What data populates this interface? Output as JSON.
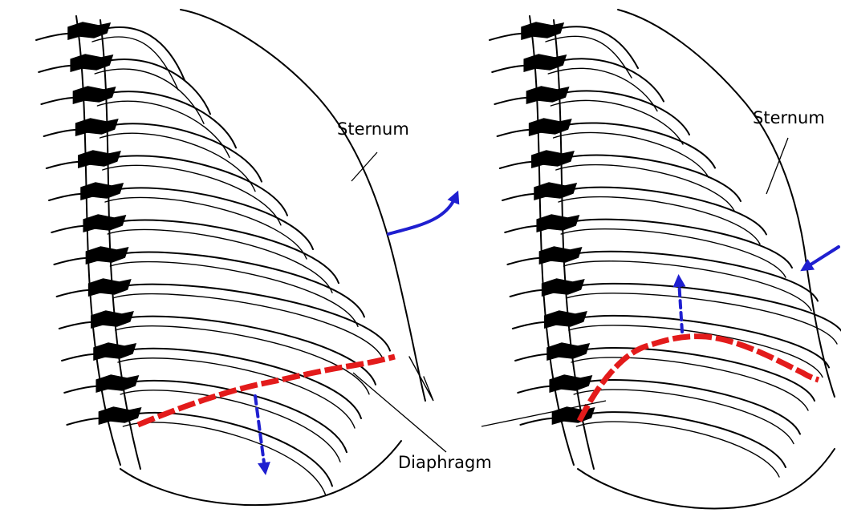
{
  "labels": {
    "sternum_left": "Sternum",
    "sternum_right": "Sternum",
    "diaphragm": "Diaphragm"
  },
  "colors": {
    "diaphragm": "#e31b1b",
    "arrow": "#1f1fd0",
    "outline": "#000000"
  }
}
